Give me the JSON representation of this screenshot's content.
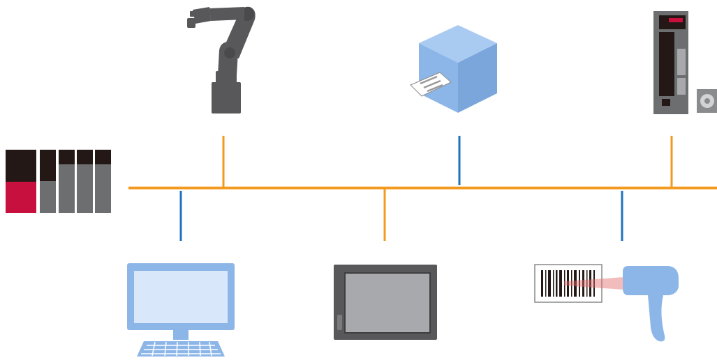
{
  "colors": {
    "background": "#ffffff",
    "main_bus": "#F39A1E",
    "orange_drop": "#F39A1E",
    "blue_drop": "#1E73BE",
    "plc_dark": "#231815",
    "plc_red": "#C8103E",
    "plc_gray": "#6D6E70",
    "device_gray": "#58585A",
    "device_light_blue": "#8DB6E8",
    "screen_blue": "#D8E8FA",
    "hmi_screen": "#A7A9AC",
    "laser_red": "#E56A6A"
  },
  "devices": [
    {
      "id": "plc",
      "icon": "plc-rack-icon",
      "connection": "bus-head"
    },
    {
      "id": "robot-arm",
      "icon": "robot-arm-icon",
      "connection": "orange"
    },
    {
      "id": "label-printer",
      "icon": "label-printer-icon",
      "connection": "blue"
    },
    {
      "id": "servo-drive",
      "icon": "servo-drive-icon",
      "connection": "orange"
    },
    {
      "id": "pc",
      "icon": "pc-computer-icon",
      "connection": "blue"
    },
    {
      "id": "hmi",
      "icon": "hmi-panel-icon",
      "connection": "orange"
    },
    {
      "id": "barcode-reader",
      "icon": "barcode-scanner-icon",
      "connection": "blue"
    }
  ]
}
